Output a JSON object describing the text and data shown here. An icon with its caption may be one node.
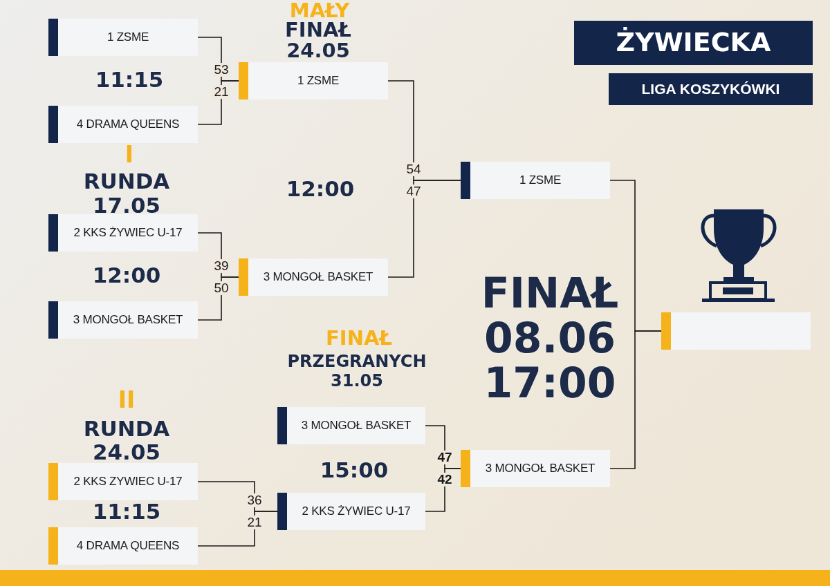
{
  "diagram": {
    "nodes": [
      {
        "text": [
          "1 ZSME"
        ]
      },
      {
        "text": [
          "4 DRAMA QUEENS"
        ]
      },
      {
        "text": [
          "1 ZSME"
        ]
      },
      {
        "text": [
          "2 KKS ŻYWIEC U-17"
        ]
      },
      {
        "text": [
          "3 MONGOŁ BASKET"
        ]
      },
      {
        "text": [
          "3 MONGOŁ BASKET"
        ]
      },
      {
        "text": [
          "1 ZSME"
        ]
      },
      {
        "text": [
          "3 MONGOŁ BASKET"
        ]
      },
      {
        "text": [
          "2 KKS ŻYWIEC U-17"
        ]
      },
      {
        "text": [
          "2 KKS ZYWIEC U-17"
        ]
      },
      {
        "text": [
          "4 DRAMA QUEENS"
        ]
      },
      {
        "text": [
          "3 MONGOŁ BASKET"
        ]
      },
      {
        "text": [],
        "shape": "box"
      }
    ],
    "edges": [
      {
        "from": 0,
        "to": 2,
        "arrow": "none",
        "label": "53"
      },
      {
        "from": 1,
        "to": 2,
        "arrow": "none",
        "label": "21"
      },
      {
        "from": 3,
        "to": 5,
        "arrow": "none",
        "label": "39"
      },
      {
        "from": 4,
        "to": 5,
        "arrow": "none",
        "label": "50"
      },
      {
        "from": 2,
        "to": 6,
        "arrow": "none",
        "label": "54"
      },
      {
        "from": 5,
        "to": 6,
        "arrow": "none",
        "label": "47"
      },
      {
        "from": 7,
        "to": 11,
        "arrow": "none",
        "label": "47"
      },
      {
        "from": 8,
        "to": 11,
        "arrow": "none",
        "label": "42"
      },
      {
        "from": 9,
        "to": 8,
        "arrow": "none",
        "label": "36"
      },
      {
        "from": 10,
        "to": 8,
        "arrow": "none",
        "label": "21"
      },
      {
        "from": 6,
        "to": 12,
        "arrow": "none"
      },
      {
        "from": 11,
        "to": 12,
        "arrow": "none"
      }
    ],
    "labels": [
      "MAŁY",
      "FINAŁ",
      "24.05",
      "ŻYWIECKA",
      "LIGA KOSZYKÓWKI",
      "11:15",
      "I",
      "RUNDA",
      "17.05",
      "12:00",
      "12:00",
      "FINAŁ",
      "08.06",
      "17:00",
      "FINAŁ",
      "PRZEGRANYCH",
      "31.05",
      "II",
      "RUNDA",
      "24.05",
      "15:00",
      "11:15"
    ]
  }
}
